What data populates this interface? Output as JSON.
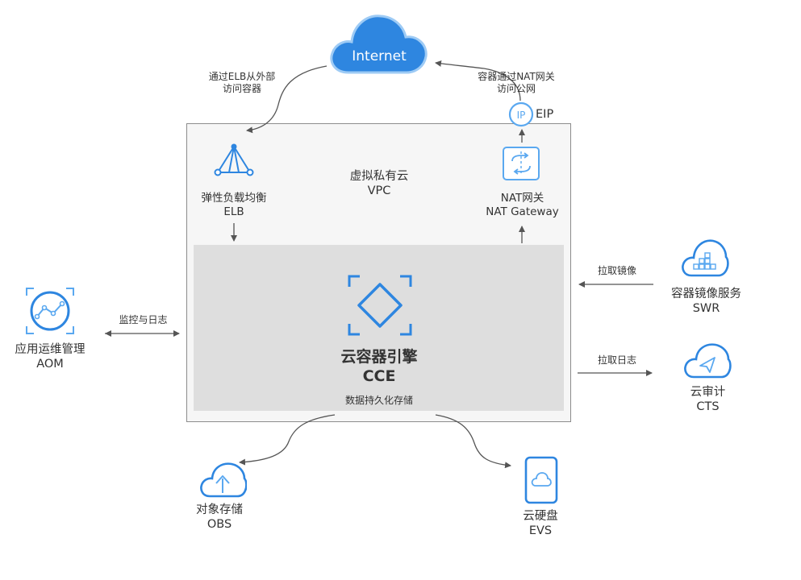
{
  "internet": {
    "label": "Internet"
  },
  "vpc": {
    "title_cn": "虚拟私有云",
    "title_en": "VPC"
  },
  "elb": {
    "name_cn": "弹性负载均衡",
    "name_en": "ELB",
    "edge_label_line1": "通过ELB从外部",
    "edge_label_line2": "访问容器"
  },
  "nat": {
    "name_cn": "NAT网关",
    "name_en": "NAT Gateway",
    "edge_label_line1": "容器通过NAT网关",
    "edge_label_line2": "访问公网"
  },
  "eip": {
    "label": "EIP",
    "icon_text": "IP"
  },
  "cce": {
    "name_cn": "云容器引擎",
    "name_en": "CCE",
    "storage_label": "数据持久化存储"
  },
  "aom": {
    "name_cn": "应用运维管理",
    "name_en": "AOM",
    "edge_label": "监控与日志"
  },
  "swr": {
    "name_cn": "容器镜像服务",
    "name_en": "SWR",
    "edge_label": "拉取镜像"
  },
  "cts": {
    "name_cn": "云审计",
    "name_en": "CTS",
    "edge_label": "拉取日志"
  },
  "obs": {
    "name_cn": "对象存储",
    "name_en": "OBS"
  },
  "evs": {
    "name_cn": "云硬盘",
    "name_en": "EVS"
  },
  "colors": {
    "accent": "#2e86e0",
    "accent_light": "#5aa8f0",
    "arrow": "#555555",
    "box_border": "#8c8c8c",
    "vpc_fill": "#f6f6f6",
    "cce_fill": "#dedede"
  }
}
